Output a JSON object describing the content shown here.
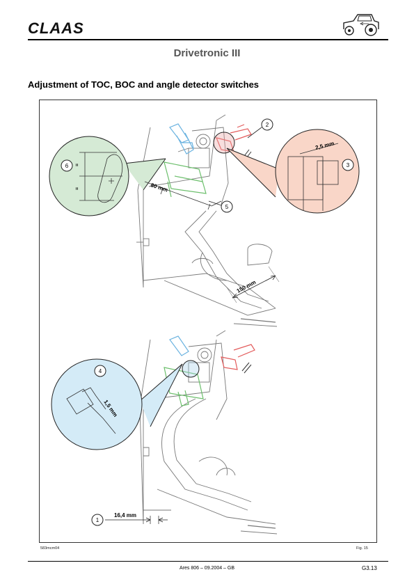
{
  "header": {
    "brand": "CLAAS",
    "section": "Drivetronic III"
  },
  "title": "Adjustment of TOC, BOC and angle detector switches",
  "figure": {
    "callouts": [
      "1",
      "2",
      "3",
      "4",
      "5",
      "6"
    ],
    "dimensions": {
      "d25": "2,5 mm",
      "d80": "80 mm",
      "d150": "150 mm",
      "d15": "1,5 mm",
      "d164": "16,4 mm"
    },
    "eq_marks": [
      "=",
      "="
    ],
    "colors": {
      "green": "#d5ead5",
      "salmon": "#f9d6c8",
      "blue": "#d4ebf7",
      "line": "#555555",
      "switch_blue": "#6bb3e0",
      "switch_red": "#e35b5b",
      "switch_green": "#6cbf6c"
    }
  },
  "footer": {
    "drawing_code": "583mcm04",
    "fig_label": "Fig. 15",
    "doc_ref": "Ares 806 – 09.2004 – GB",
    "page": "G3.13"
  }
}
